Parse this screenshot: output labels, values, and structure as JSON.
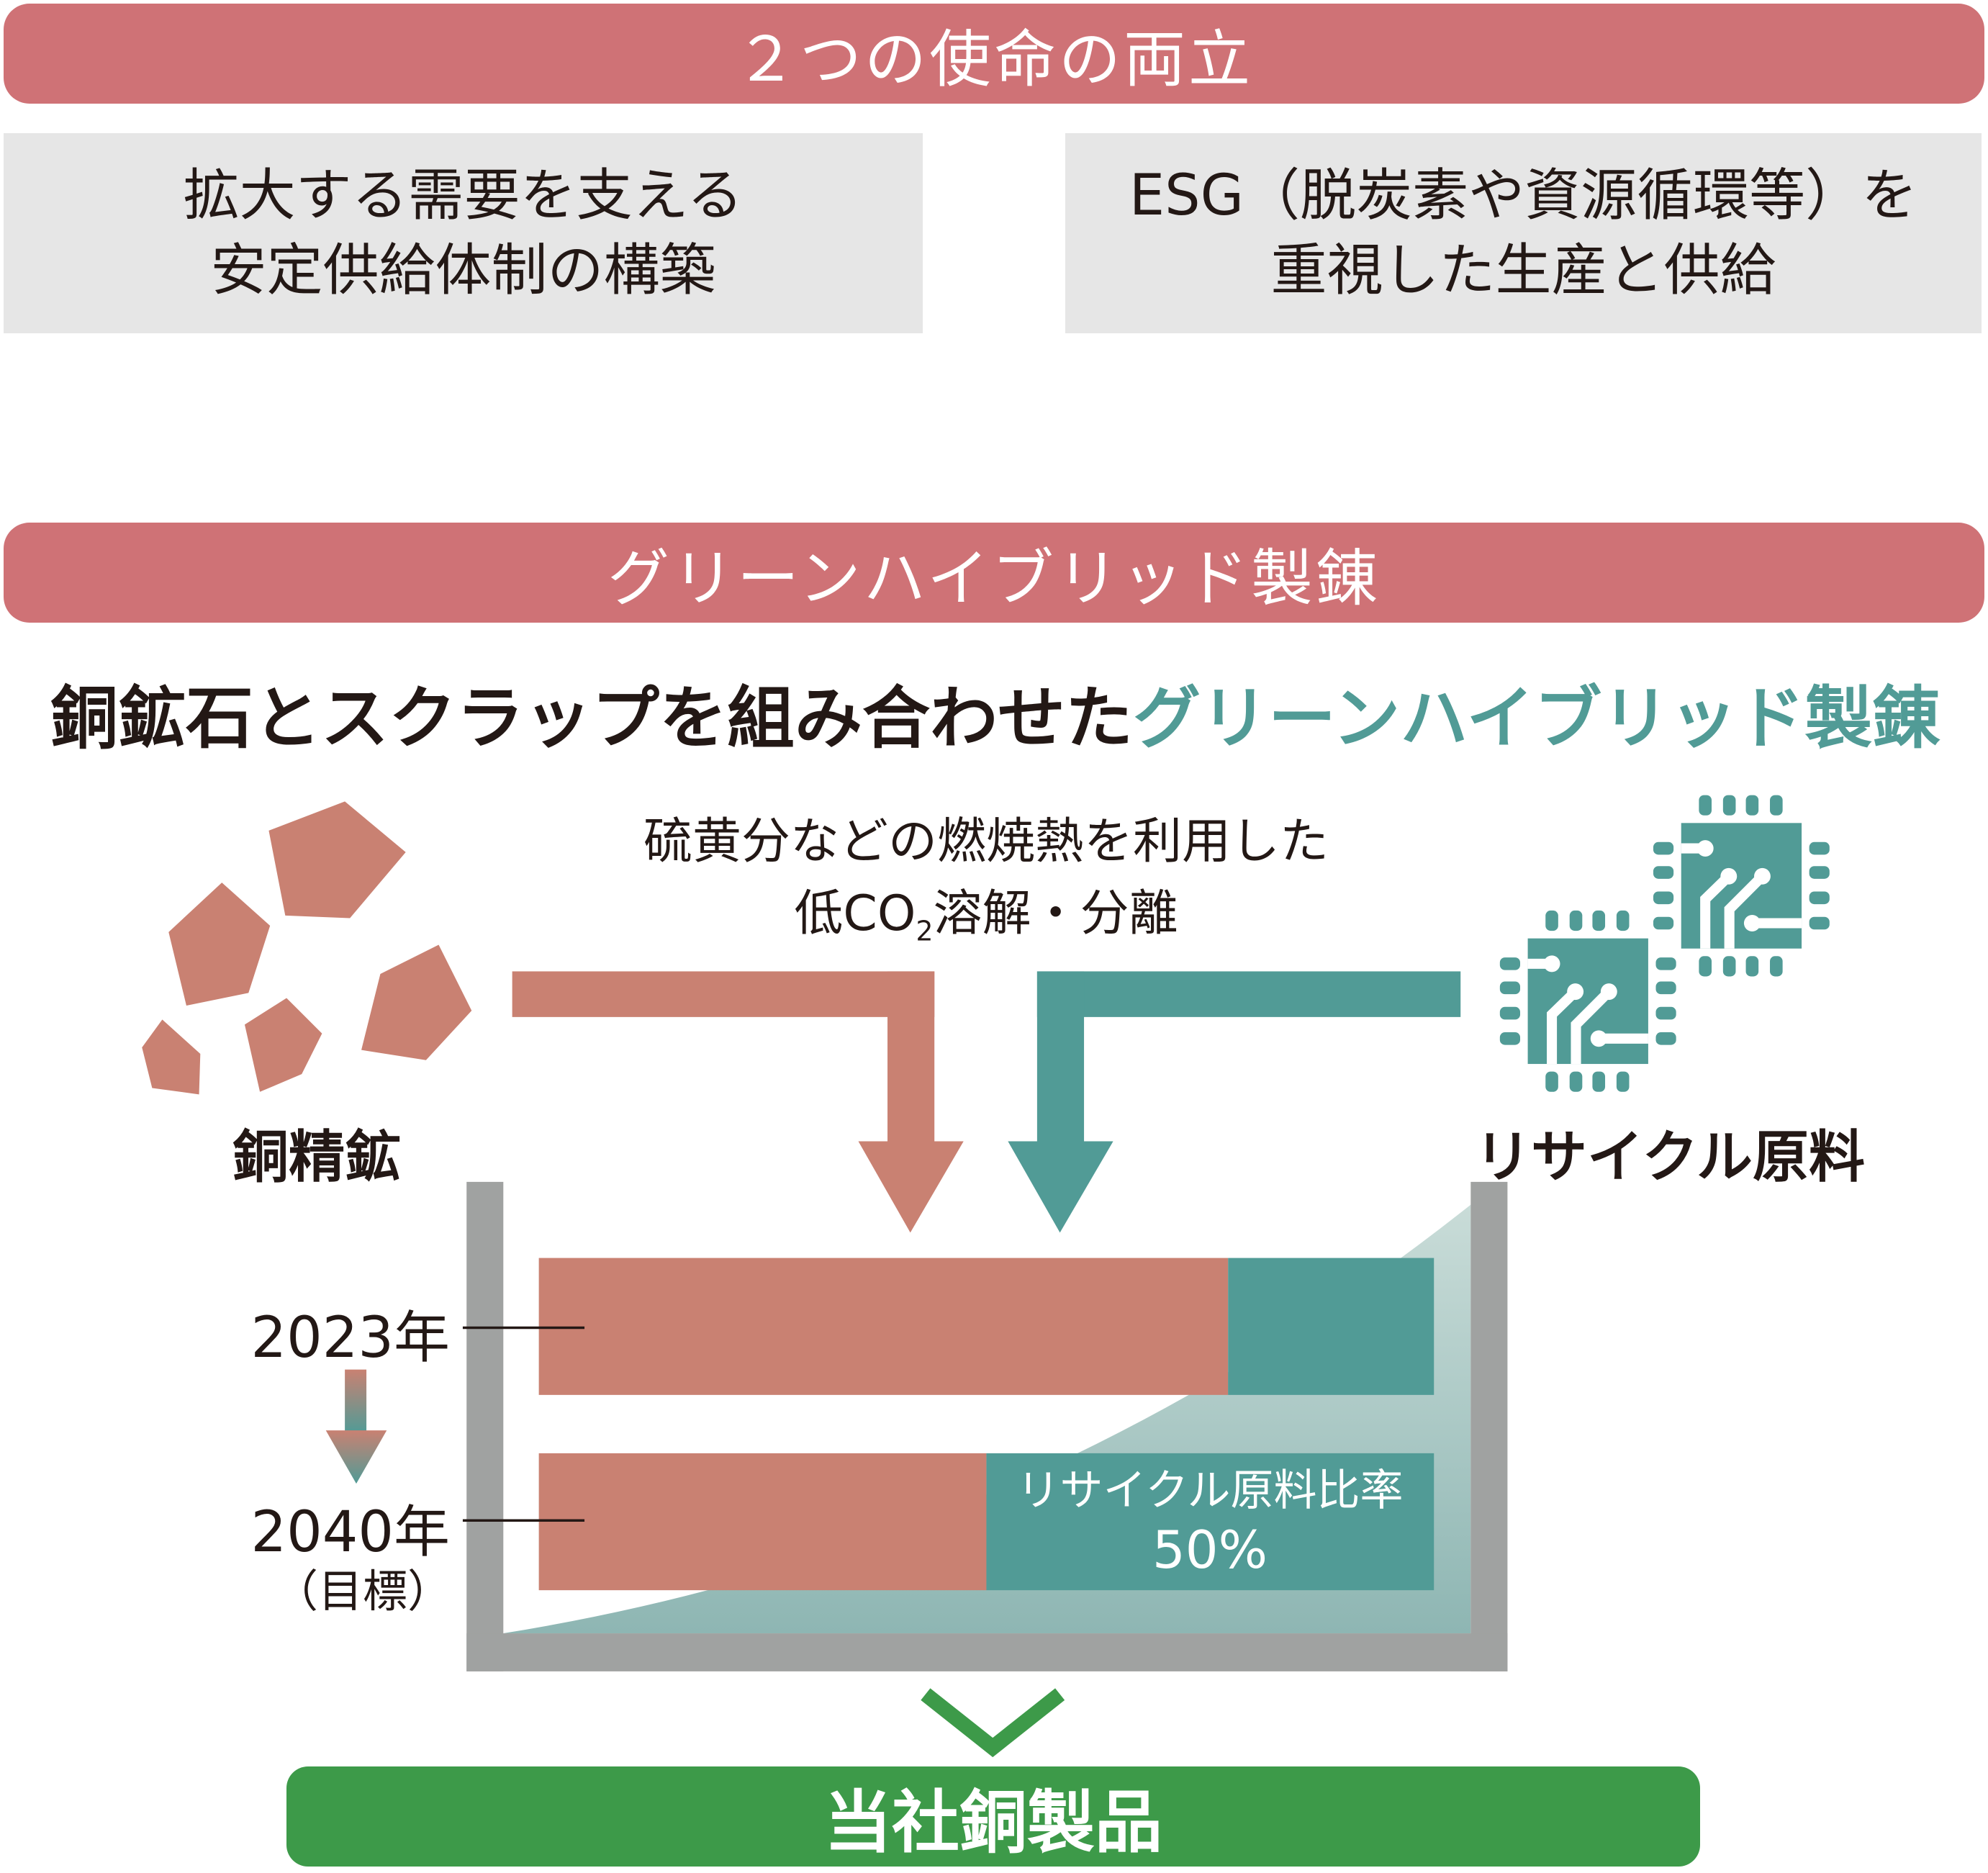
{
  "top_banner": {
    "title": "２つの使命の両立"
  },
  "missions": [
    {
      "line1": "拡大する需要を支える",
      "line2": "安定供給体制の構築"
    },
    {
      "line1": "ESG（脱炭素や資源循環等）を",
      "line2": "重視した生産と供給"
    }
  ],
  "section_banner": {
    "title": "グリーンハイブリッド製錬"
  },
  "headline": {
    "prefix": "銅鉱石とスクラップを組み合わせた",
    "highlight": "グリーンハイブリッド製錬"
  },
  "process_note": {
    "line1": "硫黄分などの燃焼熱を利用した",
    "line2_pre": "低CO",
    "line2_sub": "2",
    "line2_post": "溶解・分離"
  },
  "inputs": {
    "left": {
      "label": "銅精鉱",
      "icon": "ore-rocks-icon"
    },
    "right": {
      "label": "リサイクル原料",
      "icon": "circuit-chip-icon"
    }
  },
  "chart_data": {
    "type": "bar",
    "stacked": true,
    "categories": [
      "2023年",
      "2040年（目標）"
    ],
    "series": [
      {
        "name": "銅精鉱",
        "values": [
          77,
          50
        ]
      },
      {
        "name": "リサイクル原料",
        "values": [
          23,
          50
        ]
      }
    ],
    "annotation": {
      "label": "リサイクル原料比率",
      "value": "50%"
    },
    "year_labels": {
      "y2023": "2023年",
      "y2040": "2040年",
      "target": "（目標）"
    }
  },
  "output": {
    "label": "当社銅製品"
  },
  "colors": {
    "banner": "#CF7276",
    "ore": "#C98172",
    "recycle": "#519B96",
    "wall": "#A0A2A1",
    "product": "#3D9A49",
    "box": "#E6E6E6",
    "highlight": "#519B96"
  }
}
